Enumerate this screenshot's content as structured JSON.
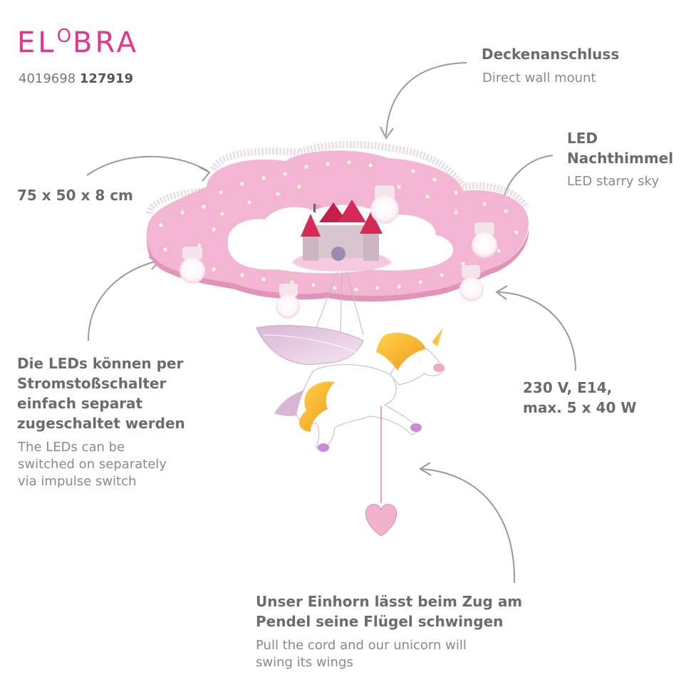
{
  "brand": {
    "logo_text": "ELOBRA",
    "article_number": "4019698",
    "article_id": "127919",
    "accent_color": "#e0388c"
  },
  "callouts": {
    "ceiling": {
      "title": "Deckenanschluss",
      "subtitle": "Direct wall mount"
    },
    "sky": {
      "title_line1": "LED",
      "title_line2": "Nachthimmel",
      "subtitle": "LED starry sky"
    },
    "dimensions": {
      "title": "75 x 50 x 8 cm"
    },
    "leds": {
      "title_line1": "Die LEDs können per",
      "title_line2": "Stromstoßschalter",
      "title_line3": "einfach separat",
      "title_line4": "zugeschaltet werden",
      "subtitle_line1": "The LEDs can be",
      "subtitle_line2": "switched on separately",
      "subtitle_line3": "via impulse switch"
    },
    "power": {
      "title_line1": "230 V, E14,",
      "title_line2": "max. 5 x 40 W"
    },
    "unicorn": {
      "title_line1": "Unser Einhorn lässt beim Zug am",
      "title_line2": "Pendel seine Flügel schwingen",
      "subtitle_line1": "Pull the cord and our unicorn will",
      "subtitle_line2": "swing its wings"
    }
  },
  "colors": {
    "lamp_pink": "#f3b6d2",
    "arrow_grey": "#9a9a9a",
    "castle_red": "#d42a55"
  }
}
